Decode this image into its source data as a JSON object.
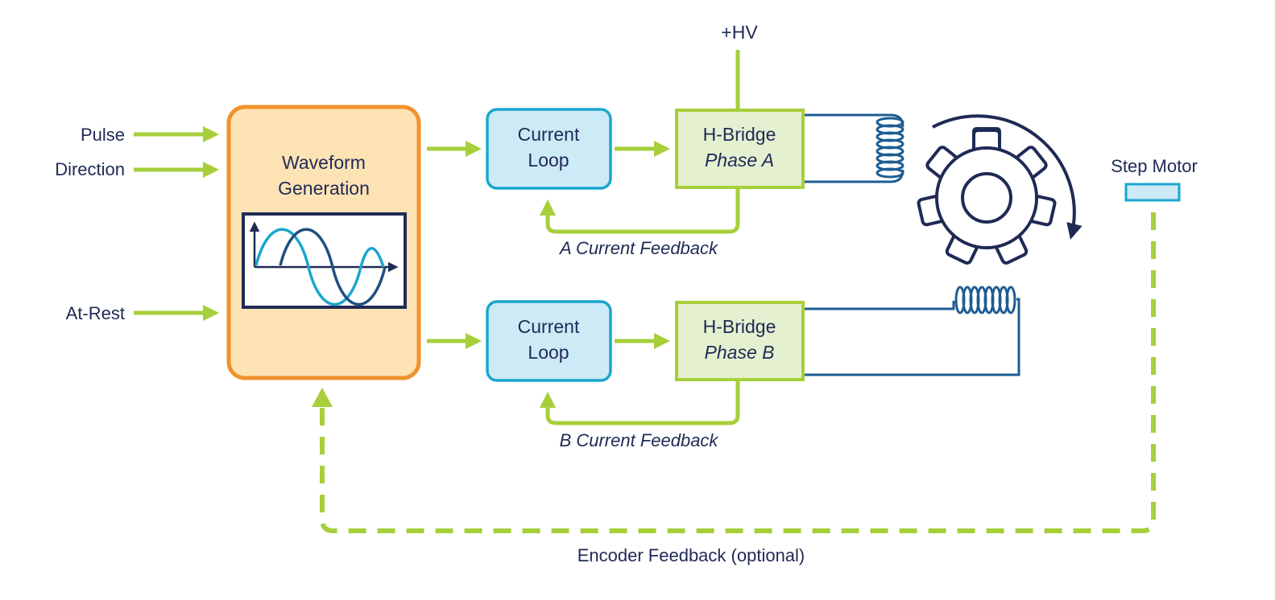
{
  "inputs": {
    "pulse": "Pulse",
    "direction": "Direction",
    "at_rest": "At-Rest"
  },
  "waveform": {
    "line1": "Waveform",
    "line2": "Generation"
  },
  "current_loop_a": {
    "line1": "Current",
    "line2": "Loop"
  },
  "current_loop_b": {
    "line1": "Current",
    "line2": "Loop"
  },
  "hbridge_a": {
    "title": "H-Bridge",
    "phase": "Phase A"
  },
  "hbridge_b": {
    "title": "H-Bridge",
    "phase": "Phase B"
  },
  "supply": "+HV",
  "feedback_a": "A Current Feedback",
  "feedback_b": "B Current Feedback",
  "step_motor": "Step Motor",
  "encoder_feedback": "Encoder Feedback (optional)",
  "colors": {
    "arrow_green": "#a6cf3a",
    "orange_border": "#f0922b",
    "orange_fill": "#fde3b4",
    "blue_border": "#1ba6cf",
    "blue_fill": "#cdeaf7",
    "green_fill": "#e4f0d0",
    "navy": "#1f2a55",
    "coil_blue": "#1e5d93",
    "wave_teal": "#1ba6cf",
    "wave_dark": "#1e4f80"
  },
  "icons": [
    "gear-icon",
    "rotation-arrow-icon",
    "coil-icon",
    "sine-wave-icon"
  ]
}
